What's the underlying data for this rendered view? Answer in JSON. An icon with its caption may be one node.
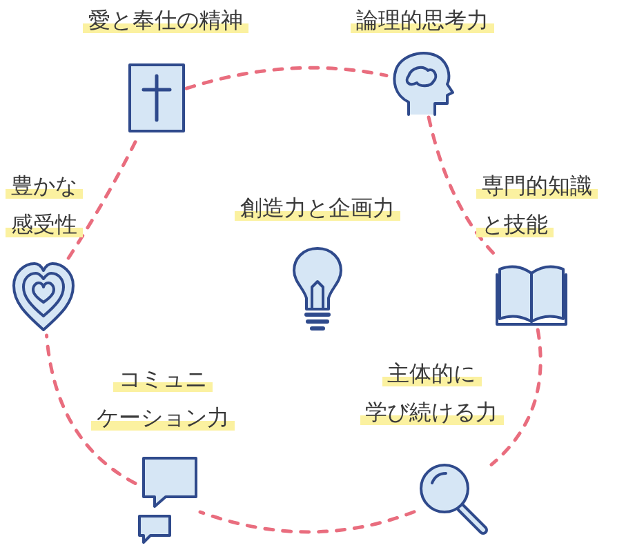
{
  "diagram": {
    "nodes": [
      {
        "text": [],
        "shape": "bible",
        "beside": [
          "愛と奉仕の精神"
        ]
      },
      {
        "text": [],
        "shape": "head",
        "beside": [
          "論理的思考力"
        ]
      },
      {
        "text": [],
        "shape": "book",
        "beside": [
          "専門的知識と技能"
        ]
      },
      {
        "text": [],
        "shape": "magnifier",
        "beside": [
          "主体的に学び続ける力"
        ]
      },
      {
        "text": [],
        "shape": "speech-bubbles",
        "beside": [
          "コミュニケーション力"
        ]
      },
      {
        "text": [],
        "shape": "heart",
        "beside": [
          "豊かな感受性"
        ]
      },
      {
        "text": [],
        "shape": "bulb",
        "beside": [
          "創造力と企画力"
        ]
      }
    ],
    "edges": [
      {
        "from": 0,
        "to": 1,
        "arrow": "none",
        "style": "dashed"
      },
      {
        "from": 1,
        "to": 2,
        "arrow": "none",
        "style": "dashed"
      },
      {
        "from": 2,
        "to": 3,
        "arrow": "none",
        "style": "dashed"
      },
      {
        "from": 3,
        "to": 4,
        "arrow": "none",
        "style": "dashed"
      },
      {
        "from": 4,
        "to": 5,
        "arrow": "none",
        "style": "dashed"
      },
      {
        "from": 5,
        "to": 0,
        "arrow": "none",
        "style": "dashed"
      }
    ]
  }
}
